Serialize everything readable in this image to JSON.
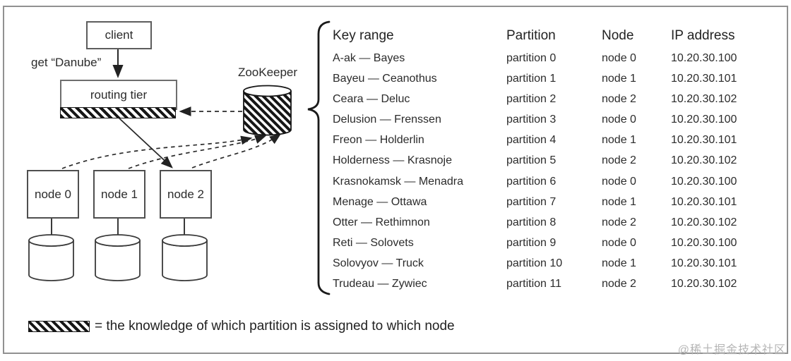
{
  "figure": {
    "client_label": "client",
    "request_label": "get “Danube”",
    "routing_label": "routing tier",
    "zookeeper_label": "ZooKeeper",
    "node_labels": [
      "node 0",
      "node 1",
      "node 2"
    ]
  },
  "table": {
    "headers": [
      "Key range",
      "Partition",
      "Node",
      "IP address"
    ],
    "rows": [
      {
        "key_range": "A-ak — Bayes",
        "partition": "partition 0",
        "node": "node 0",
        "ip": "10.20.30.100"
      },
      {
        "key_range": "Bayeu — Ceanothus",
        "partition": "partition 1",
        "node": "node 1",
        "ip": "10.20.30.101"
      },
      {
        "key_range": "Ceara — Deluc",
        "partition": "partition 2",
        "node": "node 2",
        "ip": "10.20.30.102"
      },
      {
        "key_range": "Delusion — Frenssen",
        "partition": "partition 3",
        "node": "node 0",
        "ip": "10.20.30.100"
      },
      {
        "key_range": "Freon — Holderlin",
        "partition": "partition 4",
        "node": "node 1",
        "ip": "10.20.30.101"
      },
      {
        "key_range": "Holderness — Krasnoje",
        "partition": "partition 5",
        "node": "node 2",
        "ip": "10.20.30.102"
      },
      {
        "key_range": "Krasnokamsk — Menadra",
        "partition": "partition 6",
        "node": "node 0",
        "ip": "10.20.30.100"
      },
      {
        "key_range": "Menage — Ottawa",
        "partition": "partition 7",
        "node": "node 1",
        "ip": "10.20.30.101"
      },
      {
        "key_range": "Otter — Rethimnon",
        "partition": "partition 8",
        "node": "node 2",
        "ip": "10.20.30.102"
      },
      {
        "key_range": "Reti — Solovets",
        "partition": "partition 9",
        "node": "node 0",
        "ip": "10.20.30.100"
      },
      {
        "key_range": "Solovyov — Truck",
        "partition": "partition 10",
        "node": "node 1",
        "ip": "10.20.30.101"
      },
      {
        "key_range": "Trudeau — Zywiec",
        "partition": "partition 11",
        "node": "node 2",
        "ip": "10.20.30.102"
      }
    ]
  },
  "legend": {
    "text": "= the knowledge of which partition is assigned to which node"
  },
  "watermark": "@稀土掘金技术社区",
  "colors": {
    "ink": "#222222",
    "frame_gray": "#919191",
    "watermark_gray": "#b5b5b5",
    "hatch_black": "#161616"
  }
}
